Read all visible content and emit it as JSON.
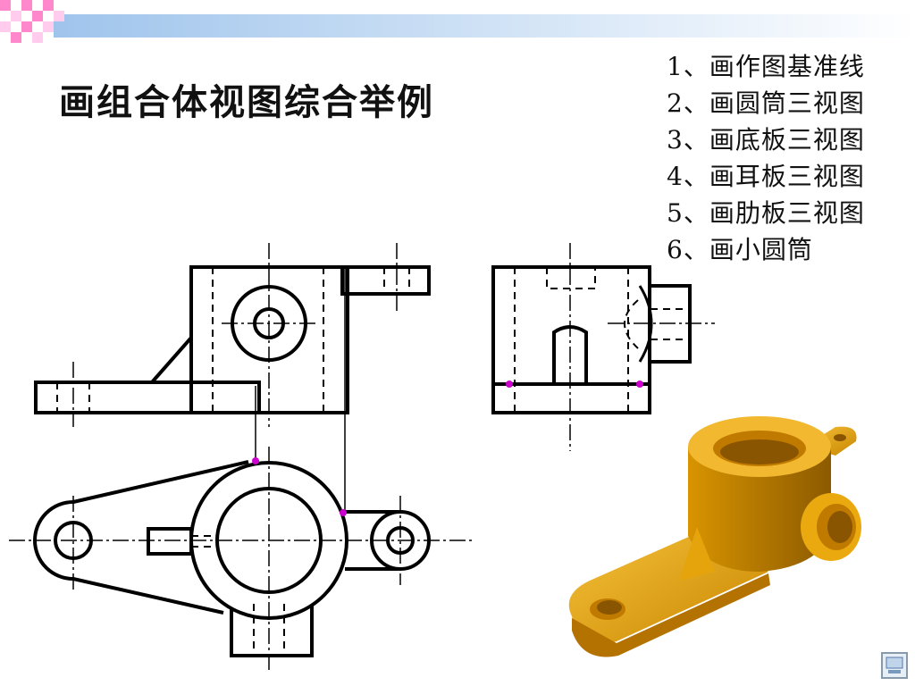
{
  "title": "画组合体视图综合举例",
  "steps": [
    "1、画作图基准线",
    "2、画圆筒三视图",
    "3、画底板三视图",
    "4、画耳板三视图",
    "5、画肋板三视图",
    "6、画小圆筒"
  ],
  "colors": {
    "line": "#000000",
    "highlight_point": "#cc00cc",
    "solid_fill": "#e8a000",
    "solid_shade": "#b87400",
    "banner_pink": "#ff88cc",
    "banner_blue": "#aaccee"
  },
  "icons": {
    "nav": "slide-navigation-icon"
  }
}
